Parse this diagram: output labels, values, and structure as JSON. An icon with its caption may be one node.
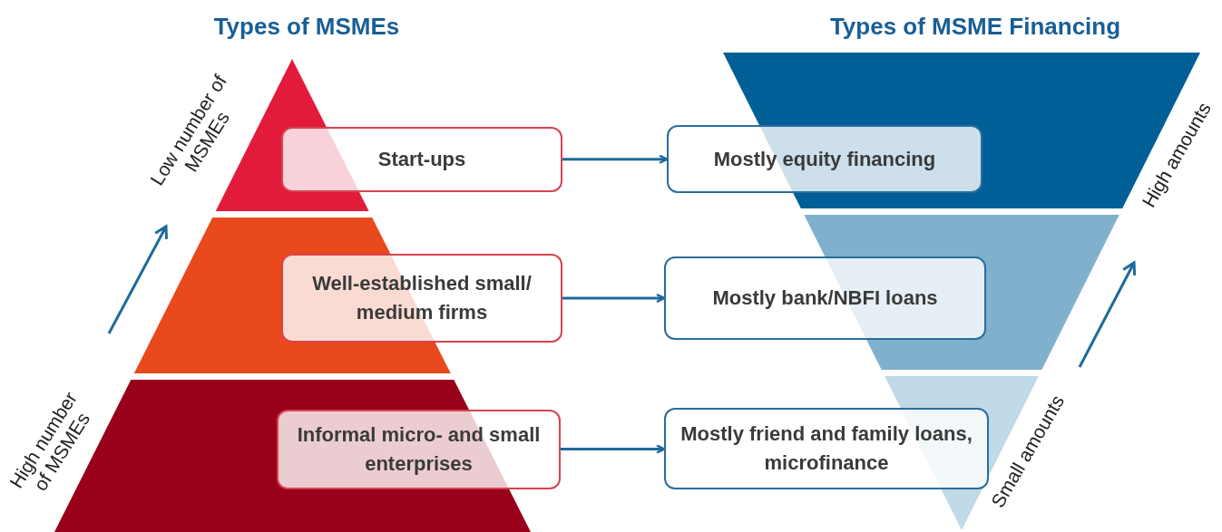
{
  "diagram": {
    "nodes": [
      {
        "text": [
          "Start-ups"
        ]
      },
      {
        "text": [
          "Well-established small/ medium firms"
        ]
      },
      {
        "text": [
          "Informal micro- and small enterprises"
        ]
      },
      {
        "text": [
          "Mostly equity financing"
        ]
      },
      {
        "text": [
          "Mostly bank/NBFI loans"
        ]
      },
      {
        "text": [
          "Mostly friend and family loans, microfinance"
        ]
      }
    ],
    "edges": [
      {
        "from": 0,
        "to": 3,
        "arrow": "to"
      },
      {
        "from": 1,
        "to": 4,
        "arrow": "to"
      },
      {
        "from": 2,
        "to": 5,
        "arrow": "to"
      }
    ],
    "labels": [
      "Types of MSMEs",
      "Types of MSME Financing",
      "Low number of MSMEs",
      "High number of MSMEs",
      "High amounts",
      "Small amounts"
    ]
  }
}
